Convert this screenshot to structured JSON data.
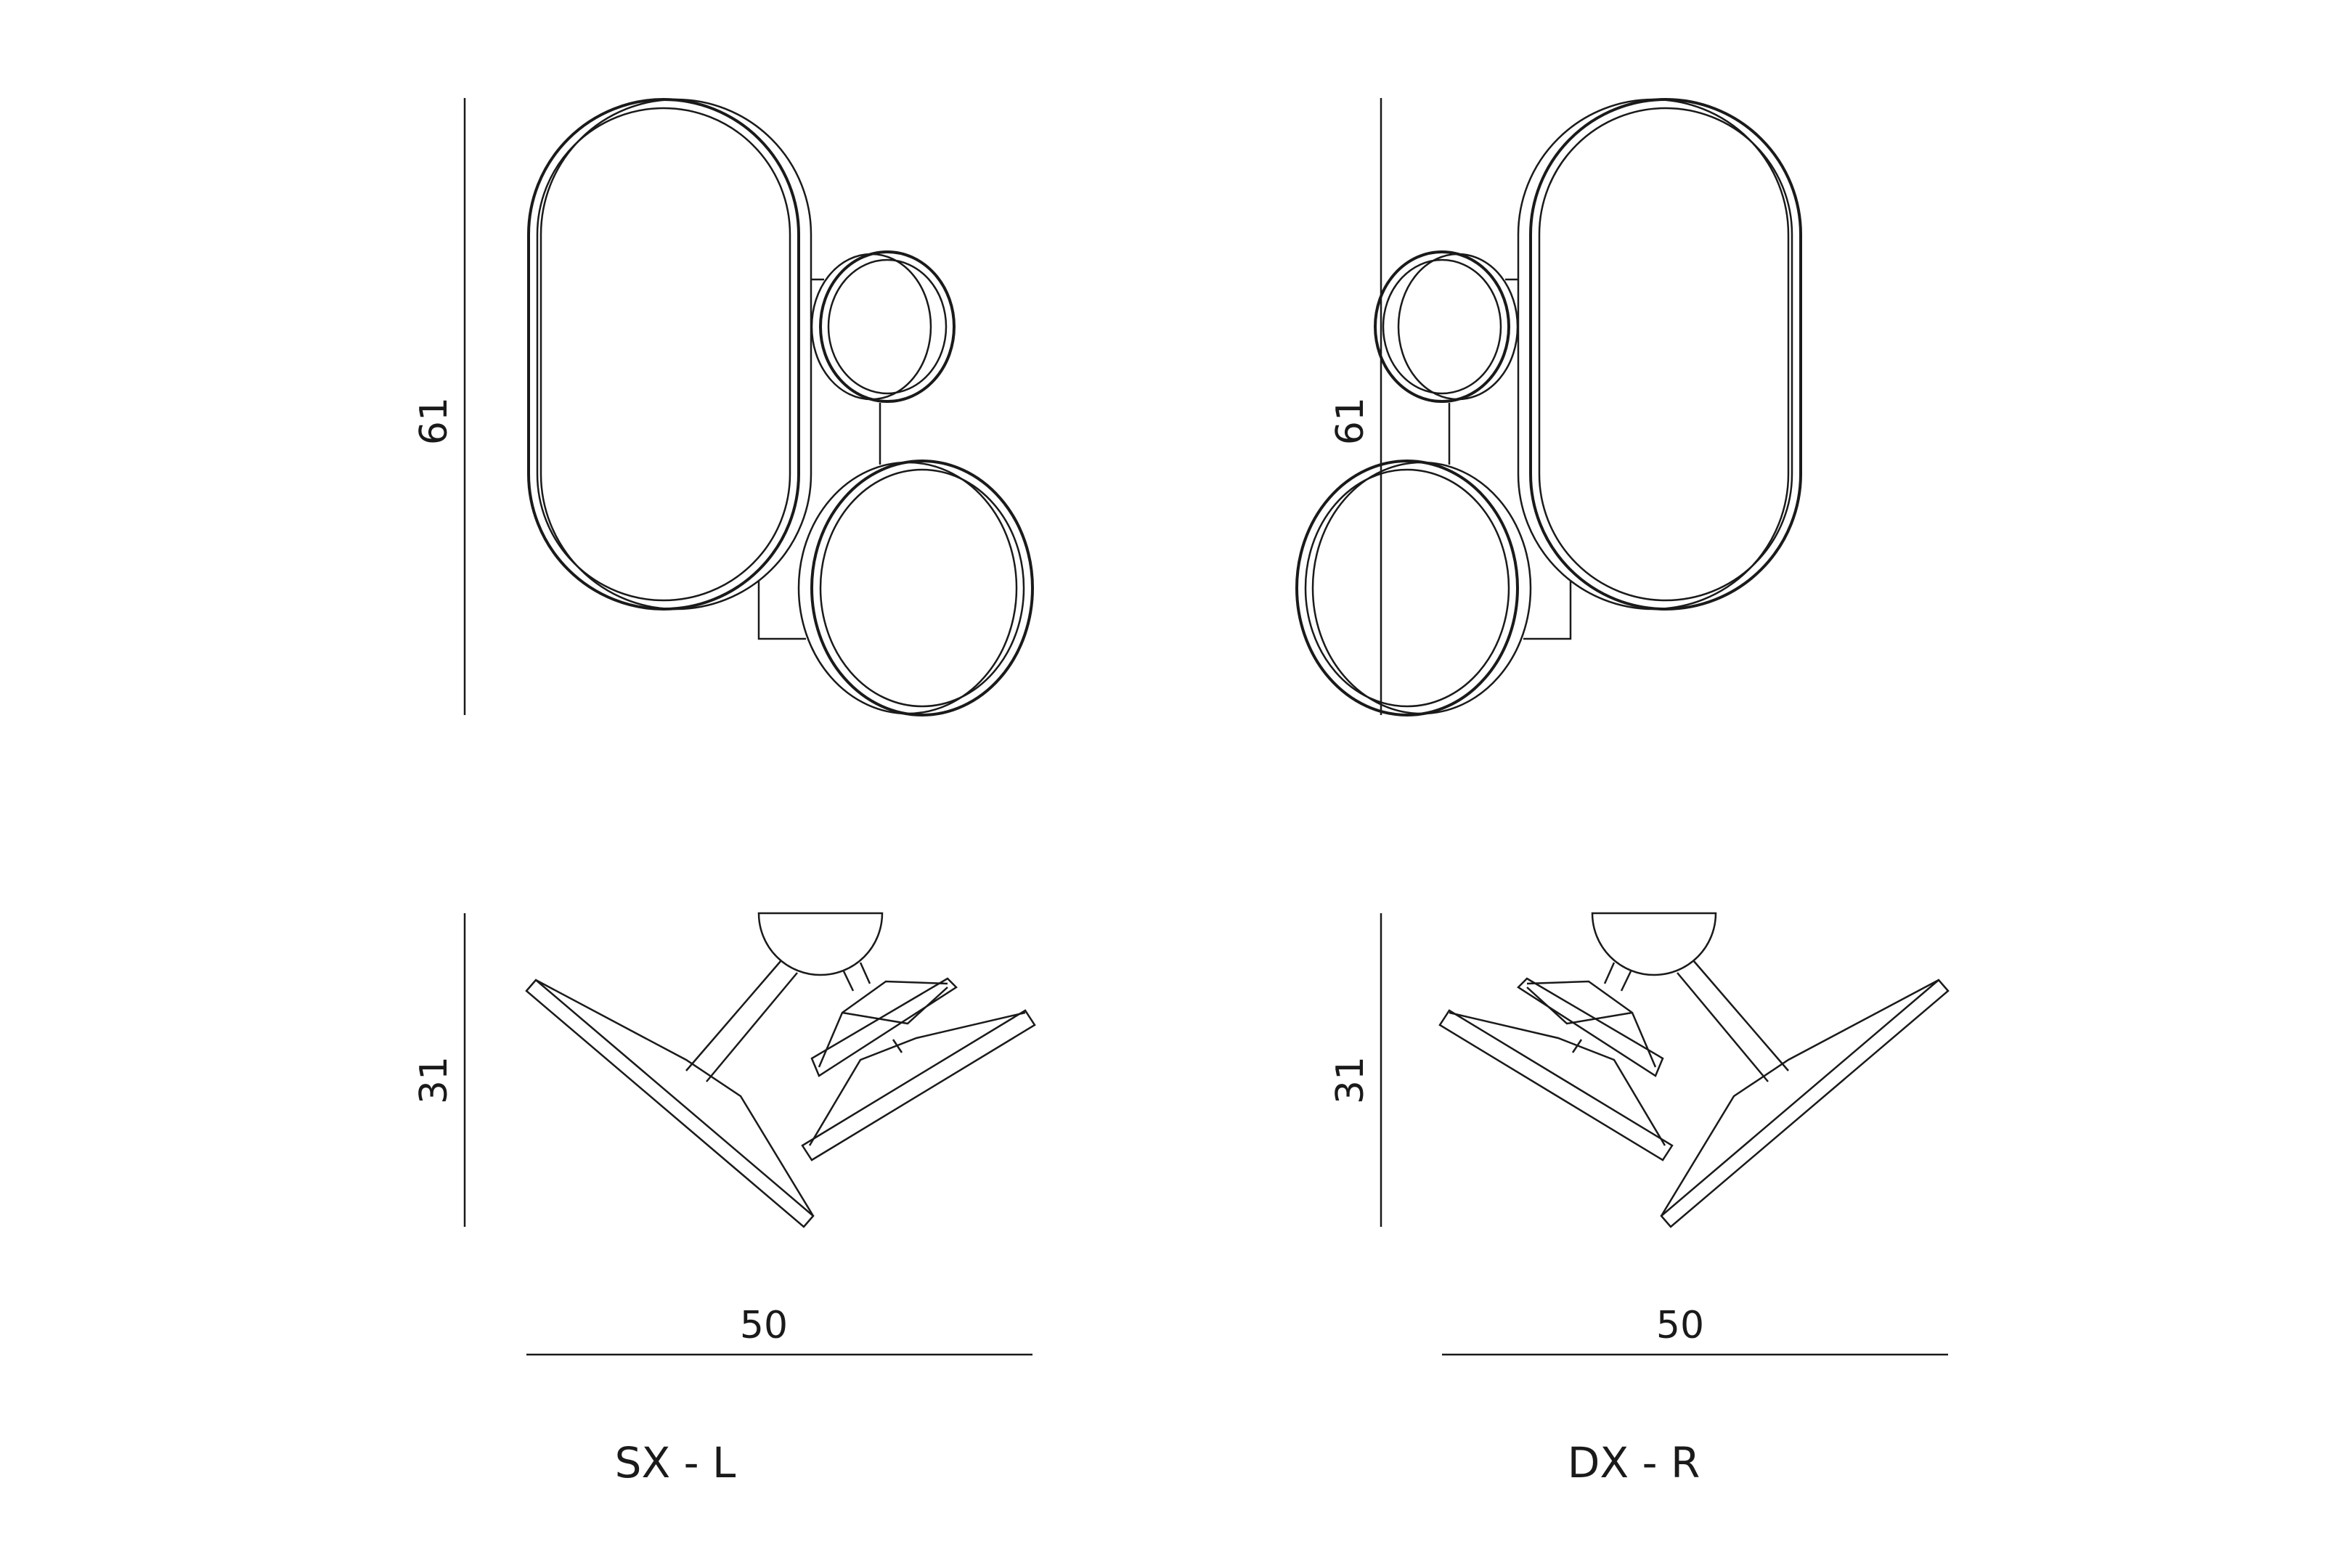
{
  "drawings": [
    {
      "variant_label": "SX - L",
      "front_view": {
        "height_value": "61"
      },
      "side_view": {
        "height_value": "31",
        "width_value": "50"
      }
    },
    {
      "variant_label": "DX - R",
      "front_view": {
        "height_value": "61"
      },
      "side_view": {
        "height_value": "31",
        "width_value": "50"
      }
    }
  ],
  "colors": {
    "line": "#1a1a1a",
    "background": "#ffffff"
  }
}
